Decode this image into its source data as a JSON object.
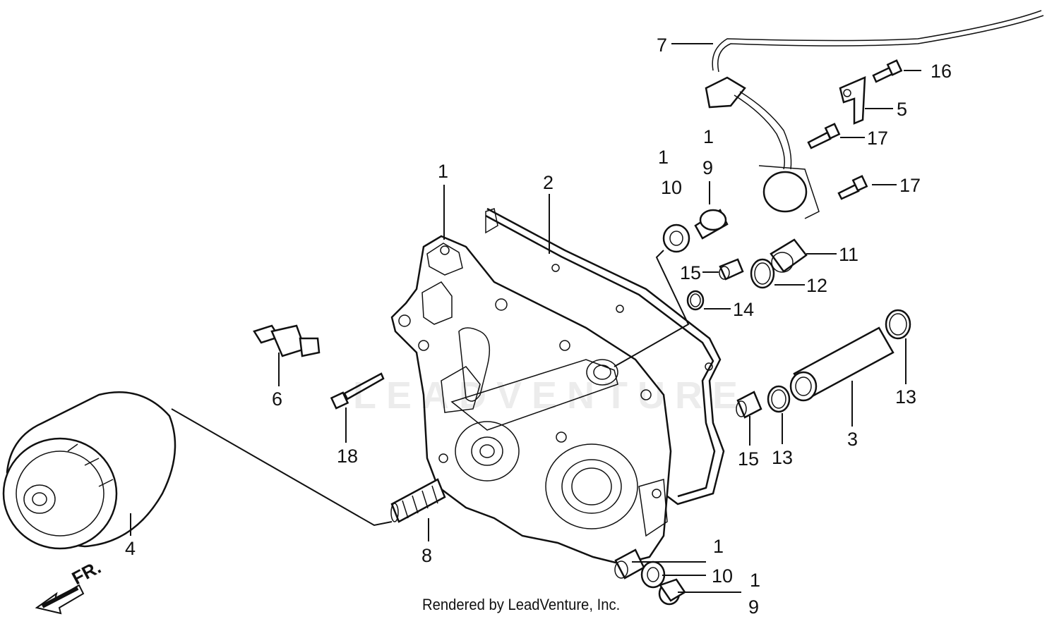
{
  "footer": "Rendered by LeadVenture, Inc.",
  "watermark": "LEADVENTURE",
  "front_marker": "FR.",
  "labels": {
    "l1a": "1",
    "l1b": "1",
    "l1c": "1",
    "l1d": "1",
    "l1e": "1",
    "l2": "2",
    "l3": "3",
    "l4": "4",
    "l5": "5",
    "l6": "6",
    "l7": "7",
    "l8": "8",
    "l9a": "9",
    "l9b": "9",
    "l10a": "10",
    "l10b": "10",
    "l11": "11",
    "l12": "12",
    "l13a": "13",
    "l13b": "13",
    "l14": "14",
    "l15a": "15",
    "l15b": "15",
    "l16": "16",
    "l17a": "17",
    "l17b": "17",
    "l18": "18"
  }
}
